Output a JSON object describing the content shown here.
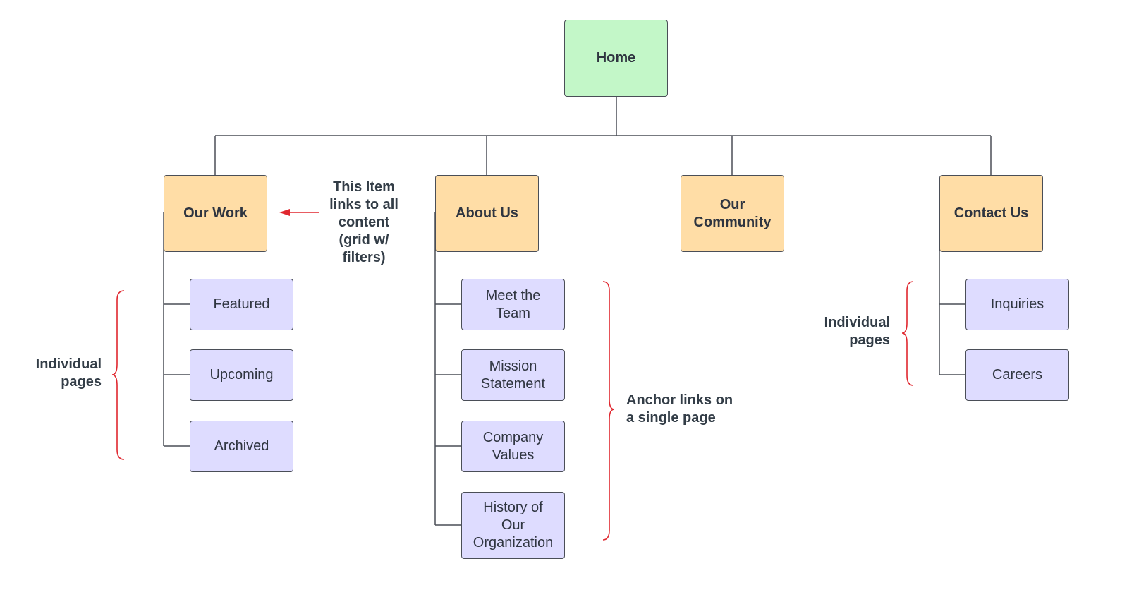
{
  "home": {
    "label": "Home"
  },
  "sections": {
    "our_work": "Our Work",
    "about_us": "About Us",
    "our_community": "Our\nCommunity",
    "contact_us": "Contact Us"
  },
  "our_work_pages": [
    "Featured",
    "Upcoming",
    "Archived"
  ],
  "about_us_pages": [
    "Meet the\nTeam",
    "Mission\nStatement",
    "Company\nValues",
    "History of\nOur\nOrganization"
  ],
  "contact_us_pages": [
    "Inquiries",
    "Careers"
  ],
  "annotations": {
    "our_work_note": "This Item\nlinks to all\ncontent\n(grid w/\nfilters)",
    "left_bracket": "Individual\npages",
    "anchor_bracket": "Anchor links on\na single page",
    "right_bracket": "Individual\npages"
  },
  "colors": {
    "home_fill": "#c3f7c8",
    "section_fill": "#ffdda6",
    "page_fill": "#dedcff",
    "annotation_red": "#e0272f",
    "connector": "#4a4e57"
  }
}
